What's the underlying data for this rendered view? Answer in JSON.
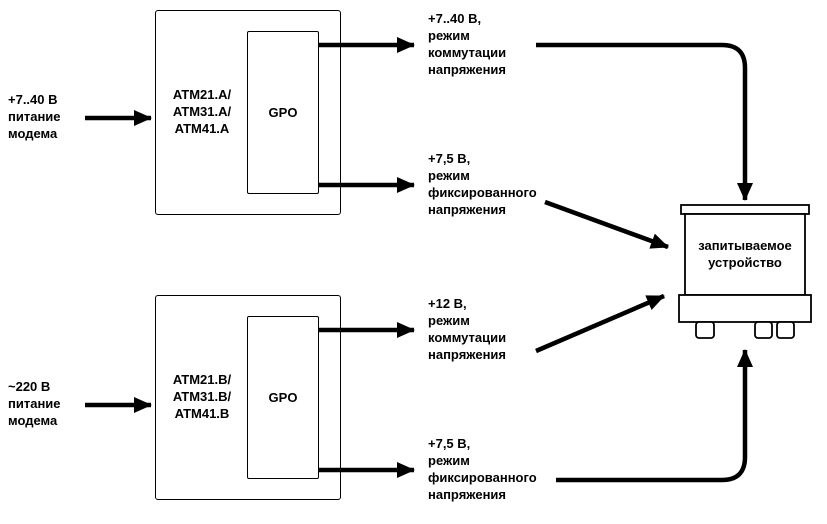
{
  "diagram": {
    "row_a": {
      "input": "+7..40 В\nпитание\nмодема",
      "unit": "ATM21.A/\nATM31.A/\nATM41.A",
      "gpo": "GPO",
      "out_switch": "+7..40 В,\nрежим\nкоммутации\nнапряжения",
      "out_fixed": "+7,5 В,\nрежим\nфиксированного\nнапряжения"
    },
    "row_b": {
      "input": "~220 В\nпитание\nмодема",
      "unit": "ATM21.B/\nATM31.B/\nATM41.B",
      "gpo": "GPO",
      "out_switch": "+12 В,\nрежим\nкоммутации\nнапряжения",
      "out_fixed": "+7,5 В,\nрежим\nфиксированного\nнапряжения"
    },
    "device": "запитываемое\nустройство",
    "colors": {
      "line": "#000000",
      "background": "#ffffff"
    }
  }
}
